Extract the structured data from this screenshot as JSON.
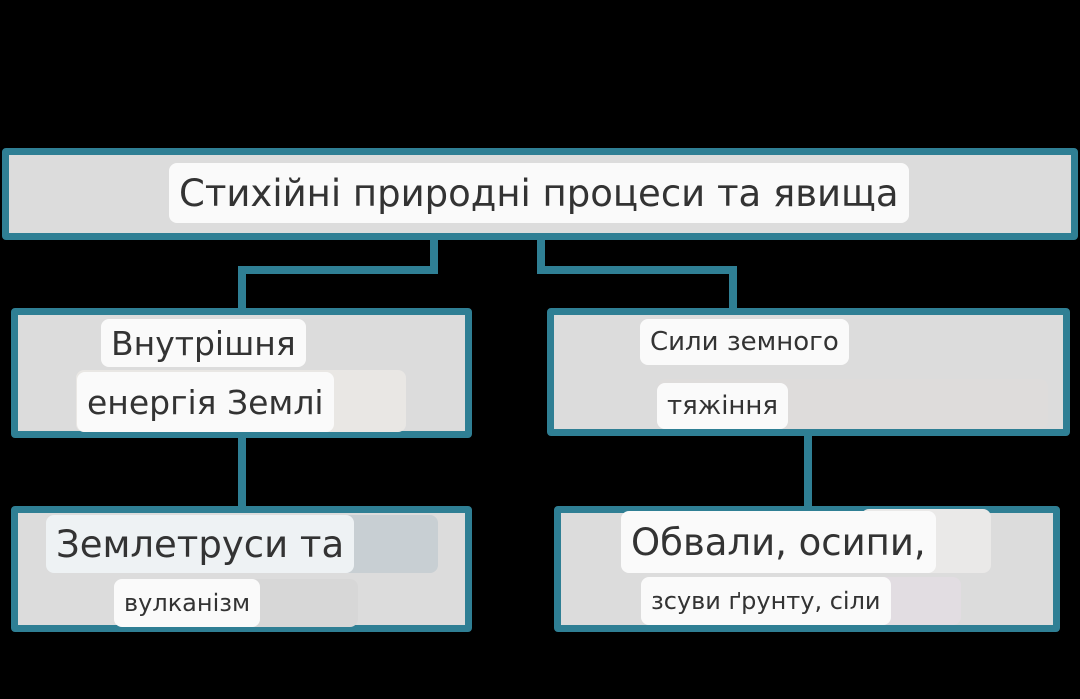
{
  "title": "Стихійні природні процеси та явища",
  "left_branch": {
    "cause_line1": "Внутрішня",
    "cause_line2": "енергія Землі",
    "effect_line1": "Землетруси та",
    "effect_line2": "вулканізм"
  },
  "right_branch": {
    "cause_line1": "Сили земного",
    "cause_line2": "тяжіння",
    "effect_line1": "Обвали, осипи,",
    "effect_line2": "зсуви ґрунту, сіли"
  },
  "colors": {
    "background": "#000000",
    "box_fill": "#dcdcdc",
    "box_border": "#2f7f94",
    "label_bg": "#fafafa",
    "text": "#333333"
  }
}
